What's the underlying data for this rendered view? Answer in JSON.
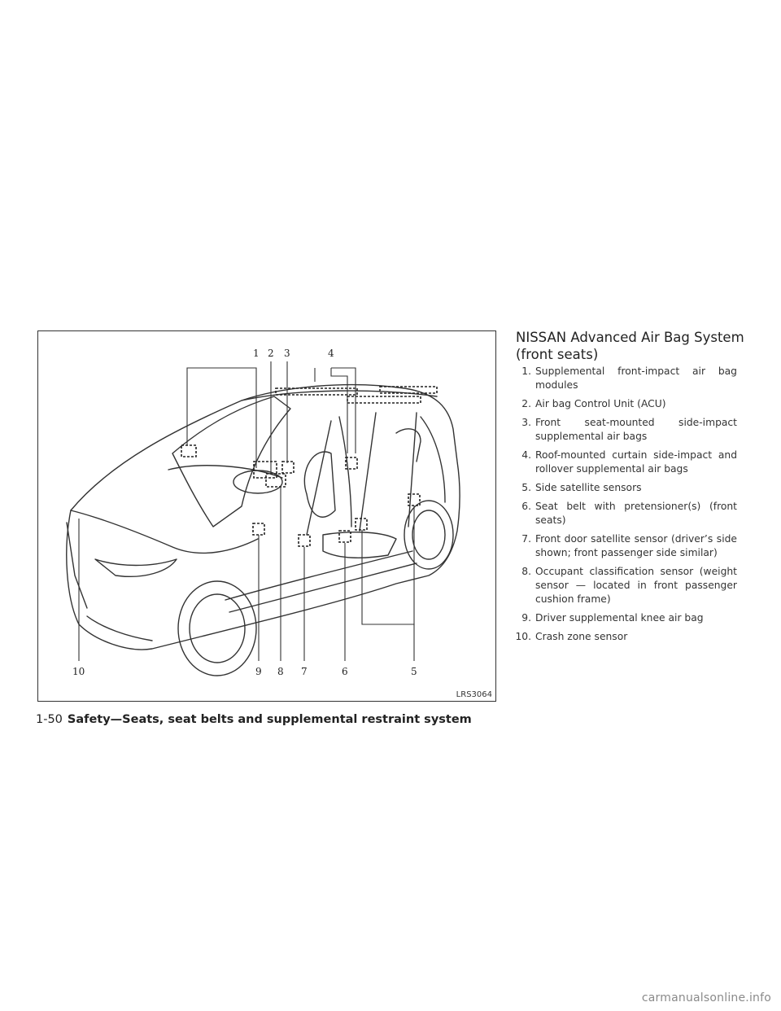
{
  "figure": {
    "code": "LRS3064",
    "callouts": [
      "1",
      "2",
      "3",
      "4",
      "5",
      "6",
      "7",
      "8",
      "9",
      "10"
    ]
  },
  "heading": {
    "line1": "NISSAN Advanced Air Bag System",
    "line2": "(front seats)"
  },
  "legend": [
    {
      "num": "1.",
      "text": "Supplemental front-impact air bag modules"
    },
    {
      "num": "2.",
      "text": "Air bag Control Unit (ACU)"
    },
    {
      "num": "3.",
      "text": "Front seat-mounted side-impact supplemental air bags"
    },
    {
      "num": "4.",
      "text": "Roof-mounted curtain side-impact and rollover supplemental air bags"
    },
    {
      "num": "5.",
      "text": "Side satellite sensors"
    },
    {
      "num": "6.",
      "text": "Seat belt with pretensioner(s) (front seats)"
    },
    {
      "num": "7.",
      "text": "Front door satellite sensor (driver’s side shown; front passenger side similar)"
    },
    {
      "num": "8.",
      "text": "Occupant classification sensor (weight sensor — located in front passenger cushion frame)"
    },
    {
      "num": "9.",
      "text": "Driver supplemental knee air bag"
    },
    {
      "num": "10.",
      "text": "Crash zone sensor"
    }
  ],
  "footer": {
    "page": "1-50",
    "section": "Safety—Seats, seat belts and supplemental restraint system"
  },
  "watermark": "carmanualsonline.info"
}
